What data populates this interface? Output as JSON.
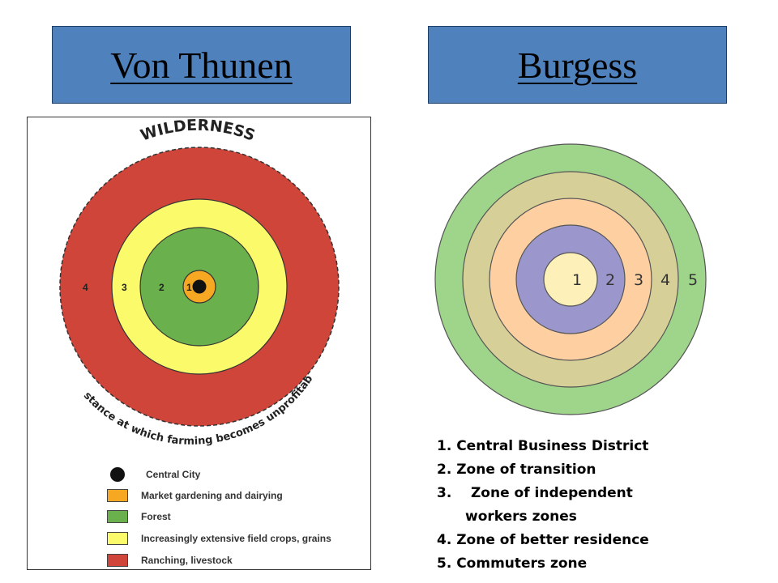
{
  "titles": {
    "von_thunen": "Von Thunen",
    "burgess": "Burgess"
  },
  "von_thunen": {
    "top_label": "WILDERNESS",
    "bottom_label": "Distance at which farming becomes unprofitable",
    "ring_numbers": [
      "1",
      "2",
      "3",
      "4"
    ],
    "legend": [
      {
        "label": "Central City",
        "color": "#111111",
        "shape": "dot"
      },
      {
        "label": "Market gardening and dairying",
        "color": "#f7a823",
        "shape": "box"
      },
      {
        "label": "Forest",
        "color": "#6ab04c",
        "shape": "box"
      },
      {
        "label": "Increasingly extensive field crops, grains",
        "color": "#fbfa6b",
        "shape": "box"
      },
      {
        "label": "Ranching, livestock",
        "color": "#d0453a",
        "shape": "box"
      }
    ],
    "colors": {
      "ranching": "#d0453a",
      "crops": "#fbfa6b",
      "forest": "#6ab04c",
      "market": "#f7a823",
      "city": "#111111"
    }
  },
  "burgess": {
    "ring_numbers": [
      "1",
      "2",
      "3",
      "4",
      "5"
    ],
    "colors": [
      "#fdf0b8",
      "#9b96cb",
      "#fdcfa1",
      "#d6cf98",
      "#9fd48b"
    ],
    "zones": [
      "1.  Central Business District",
      "2.  Zone of transition",
      "3.    Zone of independent",
      "workers zones",
      "4.  Zone of better residence",
      "5.  Commuters zone"
    ]
  }
}
